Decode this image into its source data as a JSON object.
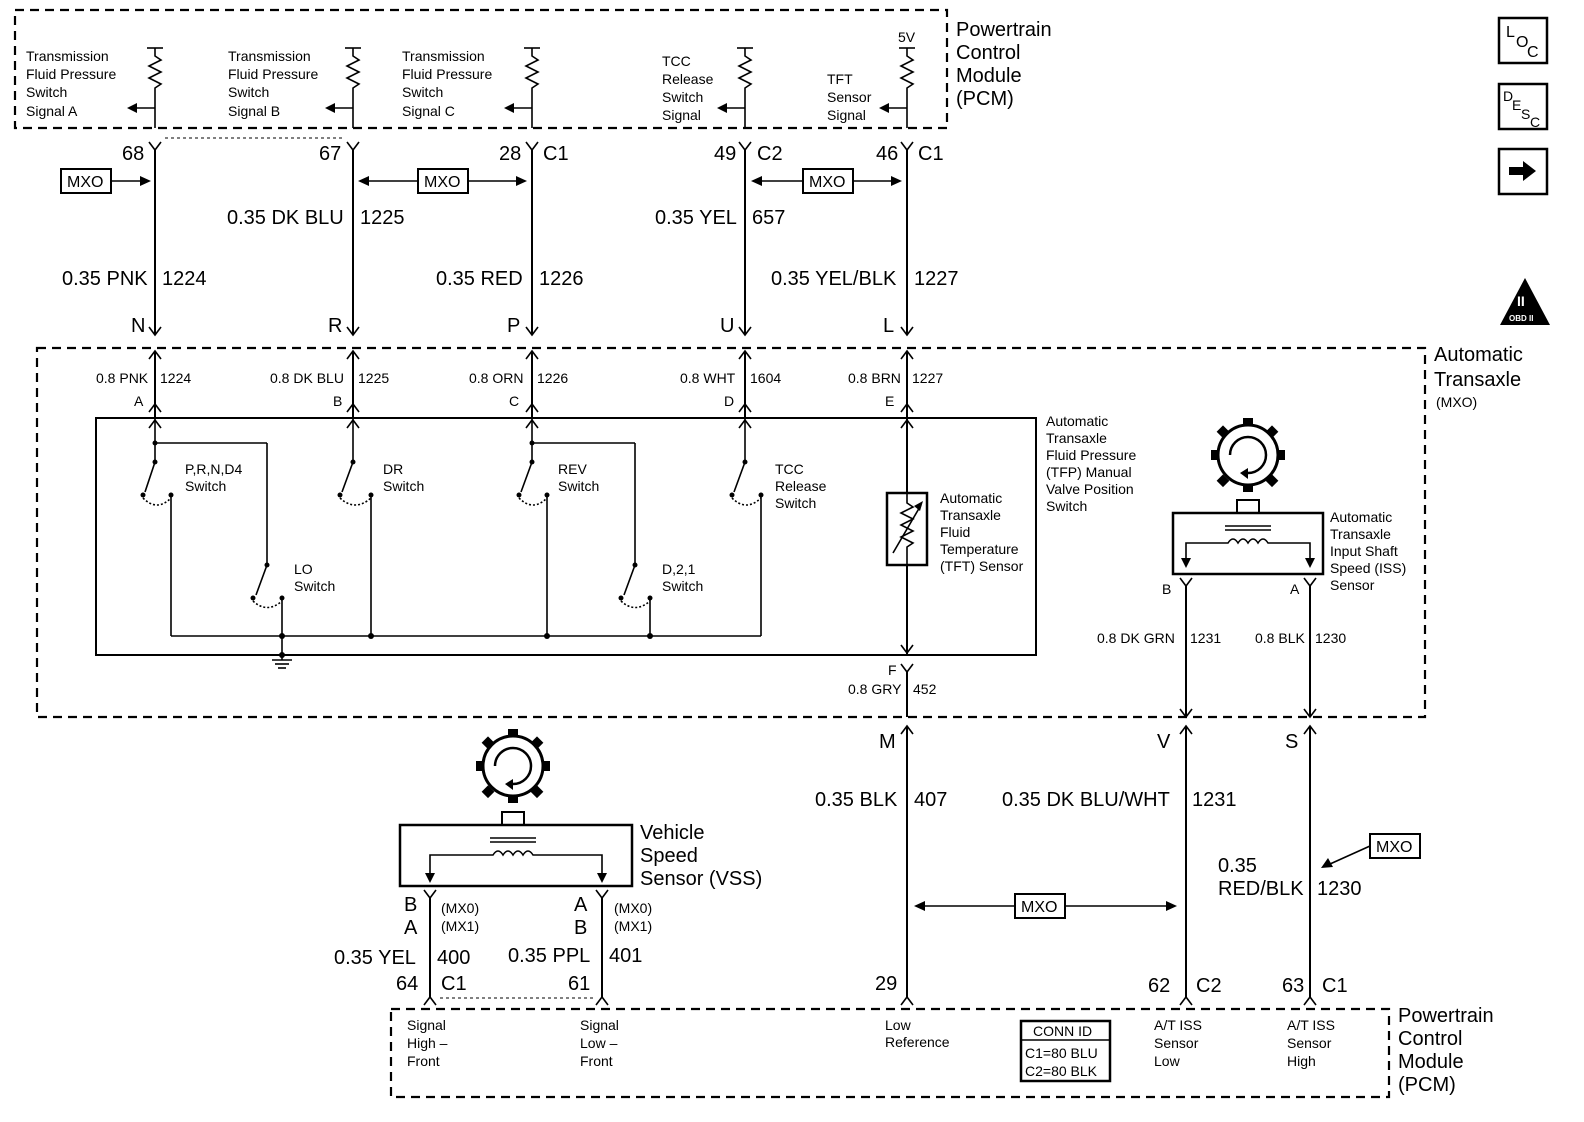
{
  "pcm_top": {
    "title": [
      "Powertrain",
      "Control",
      "Module",
      "(PCM)"
    ],
    "inputs": [
      {
        "lines": [
          "Transmission",
          "Fluid Pressure",
          "Switch",
          "Signal A"
        ]
      },
      {
        "lines": [
          "Transmission",
          "Fluid Pressure",
          "Switch",
          "Signal B"
        ]
      },
      {
        "lines": [
          "Transmission",
          "Fluid Pressure",
          "Switch",
          "Signal C"
        ]
      },
      {
        "lines": [
          "TCC",
          "Release",
          "Switch",
          "Signal"
        ]
      },
      {
        "lines": [
          "TFT",
          "Sensor",
          "Signal"
        ]
      }
    ],
    "supply": "5V"
  },
  "top_pins": [
    {
      "pin": "68",
      "connector": ""
    },
    {
      "pin": "67",
      "connector": ""
    },
    {
      "pin": "28",
      "connector": "C1"
    },
    {
      "pin": "49",
      "connector": "C2"
    },
    {
      "pin": "46",
      "connector": "C1"
    }
  ],
  "mxo_tag": "MXO",
  "top_wires": [
    {
      "label": "0.35 PNK",
      "circuit": "1224"
    },
    {
      "label": "0.35 DK BLU",
      "circuit": "1225"
    },
    {
      "label": "0.35 RED",
      "circuit": "1226"
    },
    {
      "label": "0.35 YEL",
      "circuit": "657"
    },
    {
      "label": "0.35 YEL/BLK",
      "circuit": "1227"
    }
  ],
  "harness_pins": [
    "N",
    "R",
    "P",
    "U",
    "L"
  ],
  "transaxle": {
    "title": [
      "Automatic",
      "Transaxle"
    ],
    "code": "(MXO)",
    "wires": [
      {
        "label": "0.8 PNK",
        "circuit": "1224",
        "pin": "A"
      },
      {
        "label": "0.8 DK BLU",
        "circuit": "1225",
        "pin": "B"
      },
      {
        "label": "0.8 ORN",
        "circuit": "1226",
        "pin": "C"
      },
      {
        "label": "0.8 WHT",
        "circuit": "1604",
        "pin": "D"
      },
      {
        "label": "0.8 BRN",
        "circuit": "1227",
        "pin": "E"
      }
    ],
    "switches": {
      "prnd4": [
        "P,R,N,D4",
        "Switch"
      ],
      "dr": [
        "DR",
        "Switch"
      ],
      "rev": [
        "REV",
        "Switch"
      ],
      "tcc": [
        "TCC",
        "Release",
        "Switch"
      ],
      "lo": [
        "LO",
        "Switch"
      ],
      "d21": [
        "D,2,1",
        "Switch"
      ]
    },
    "tfp_label": [
      "Automatic",
      "Transaxle",
      "Fluid Pressure",
      "(TFP) Manual",
      "Valve Position",
      "Switch"
    ],
    "tft_label": [
      "Automatic",
      "Transaxle",
      "Fluid",
      "Temperature",
      "(TFT) Sensor"
    ],
    "tft_out": {
      "pin": "F",
      "label": "0.8 GRY",
      "circuit": "452"
    },
    "iss_label": [
      "Automatic",
      "Transaxle",
      "Input Shaft",
      "Speed (ISS)",
      "Sensor"
    ],
    "iss_pins": [
      "B",
      "A"
    ],
    "iss_wires": [
      {
        "label": "0.8 DK GRN",
        "circuit": "1231"
      },
      {
        "label": "0.8 BLK",
        "circuit": "1230"
      }
    ]
  },
  "lower_pins": [
    "M",
    "V",
    "S"
  ],
  "lower_wires": [
    {
      "label": "0.35 BLK",
      "circuit": "407"
    },
    {
      "label": "0.35 DK BLU/WHT",
      "circuit": "1231"
    },
    {
      "label": [
        "0.35",
        "RED/BLK"
      ],
      "circuit": "1230"
    }
  ],
  "vss": {
    "label": [
      "Vehicle",
      "Speed",
      "Sensor (VSS)"
    ],
    "pin_codes": [
      {
        "pins": [
          "B",
          "A"
        ],
        "codes": [
          "(MX0)",
          "(MX1)"
        ]
      },
      {
        "pins": [
          "A",
          "B"
        ],
        "codes": [
          "(MX0)",
          "(MX1)"
        ]
      }
    ],
    "wires": [
      {
        "label": "0.35 YEL",
        "circuit": "400"
      },
      {
        "label": "0.35 PPL",
        "circuit": "401"
      }
    ]
  },
  "bottom_pins": [
    {
      "pin": "64",
      "connector": "C1"
    },
    {
      "pin": "61",
      "connector": ""
    },
    {
      "pin": "29",
      "connector": ""
    },
    {
      "pin": "62",
      "connector": "C2"
    },
    {
      "pin": "63",
      "connector": "C1"
    }
  ],
  "pcm_bottom": {
    "title": [
      "Powertrain",
      "Control",
      "Module",
      "(PCM)"
    ],
    "inputs": [
      {
        "lines": [
          "Signal",
          "High –",
          "Front"
        ]
      },
      {
        "lines": [
          "Signal",
          "Low –",
          "Front"
        ]
      },
      {
        "lines": [
          "Low",
          "Reference"
        ]
      },
      {
        "lines": [
          "A/T ISS",
          "Sensor",
          "Low"
        ]
      },
      {
        "lines": [
          "A/T ISS",
          "Sensor",
          "High"
        ]
      }
    ],
    "conn_id": {
      "title": "CONN ID",
      "rows": [
        "C1=80 BLU",
        "C2=80 BLK"
      ]
    }
  },
  "side_icons": {
    "loc": [
      "L",
      "O",
      "C"
    ],
    "desc": [
      "D",
      "E",
      "S",
      "C"
    ],
    "obd": [
      "II",
      "OBD II"
    ]
  }
}
